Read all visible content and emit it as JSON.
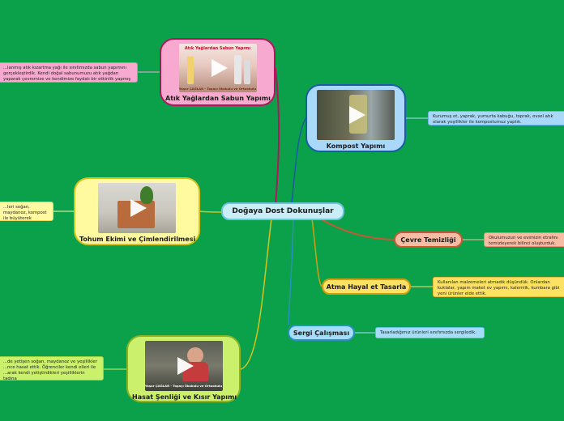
{
  "central": {
    "label": "Doğaya Dost Dokunuşlar"
  },
  "topics": {
    "sabun": {
      "label": "Atık Yağlardan Sabun Yapımı",
      "image_title": "Atık Yağlardan Sabun Yapımı",
      "image_caption": "Yaşar ÇAĞLAR - Topaçı İlkokulu ve Ortaokulu",
      "note": "...lanmış atık kızartma yağı ile sınıfımızda sabun yapımını gerçekleştirdik. Kendi doğal sabunumuzu atık yağdan yaparak çevremize ve kendimize faydalı bir etkinlik yapmış olduk."
    },
    "kompost": {
      "label": "Kompost Yapımı",
      "note": "Kurumuş ot, yaprak, yumurta kabuğu, toprak, evsel atık olarak yeşillikler ile kompostumuz yaptık."
    },
    "tohum": {
      "label": "Tohum Ekimi ve Çimlendirilmesi",
      "note": "...leri soğan, maydanoz, kompost ile büyüterek"
    },
    "hasat": {
      "label": "Hasat Şenliği ve Kısır Yapımı",
      "image_caption": "Yaşar ÇAĞLAR - Topaçı İlkokulu ve Ortaokulu",
      "note": "...de yetişen soğan, maydanoz ve yeşillikler ...nce hasat ettik. Öğrenciler kendi elleri ile ...arak kendi yetiştirdikleri yeşilliklerin tadına"
    },
    "cevre": {
      "label": "Çevre Temizliği",
      "note": "Okulumuzun ve evimizin etrafını temizleyerek bilinci oluşturduk."
    },
    "atma": {
      "label": "Atma Hayal et Tasarla",
      "note": "Kullanılan malzemeleri atmadık düşündük. Onlardan kuklalar, yapım maket ev yapımı, kalemlik, kumbara gibi yeni ürünler elde ettik."
    },
    "sergi": {
      "label": "Sergi Çalışması",
      "note": "Tasarladığımız ürünleri sınıfımızda sergiledik."
    }
  },
  "colors": {
    "background": "#0ba14b",
    "central_fill": "#c9eef8",
    "central_border": "#6cc6e0",
    "pink_fill": "#f7a9cf",
    "pink_border": "#b2155d",
    "blue_fill": "#a9d8fb",
    "blue_border": "#1b5aa6",
    "yellow_fill": "#fffaa0",
    "yellow_border": "#d6c21c",
    "lime_fill": "#caf06c",
    "lime_border": "#8ab425",
    "salmon_fill": "#f8bca4",
    "salmon_border": "#c45a34",
    "gold_fill": "#fde163",
    "gold_border": "#cf9f10",
    "cyan_fill": "#a6ddf6",
    "cyan_border": "#2a8fc1"
  },
  "icons": {
    "video": "play-icon"
  }
}
